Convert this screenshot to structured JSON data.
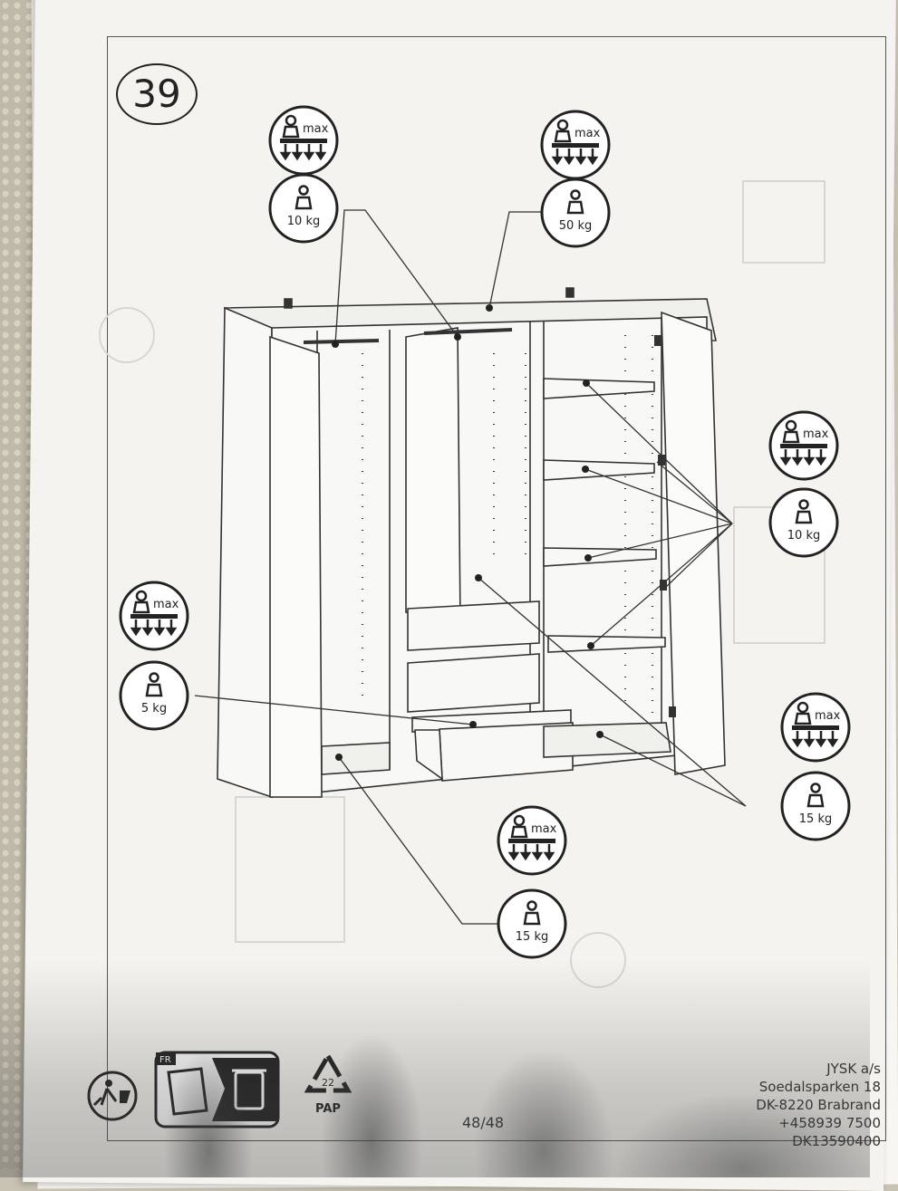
{
  "step": {
    "number": "39"
  },
  "load_labels": {
    "max": "max",
    "top_rod": "10 kg",
    "top_panel": "50 kg",
    "shelves": "10 kg",
    "drawer": "5 kg",
    "bottom_right": "15 kg",
    "bottom_left": "15 kg"
  },
  "footer": {
    "recycle_country": "FR",
    "recycle_number": "22",
    "recycle_material": "PAP",
    "page": "48/48",
    "company_lines": [
      "JYSK a/s",
      "Soedalsparken 18",
      "DK-8220 Brabrand",
      "+458939 7500",
      "DK13590400"
    ]
  }
}
